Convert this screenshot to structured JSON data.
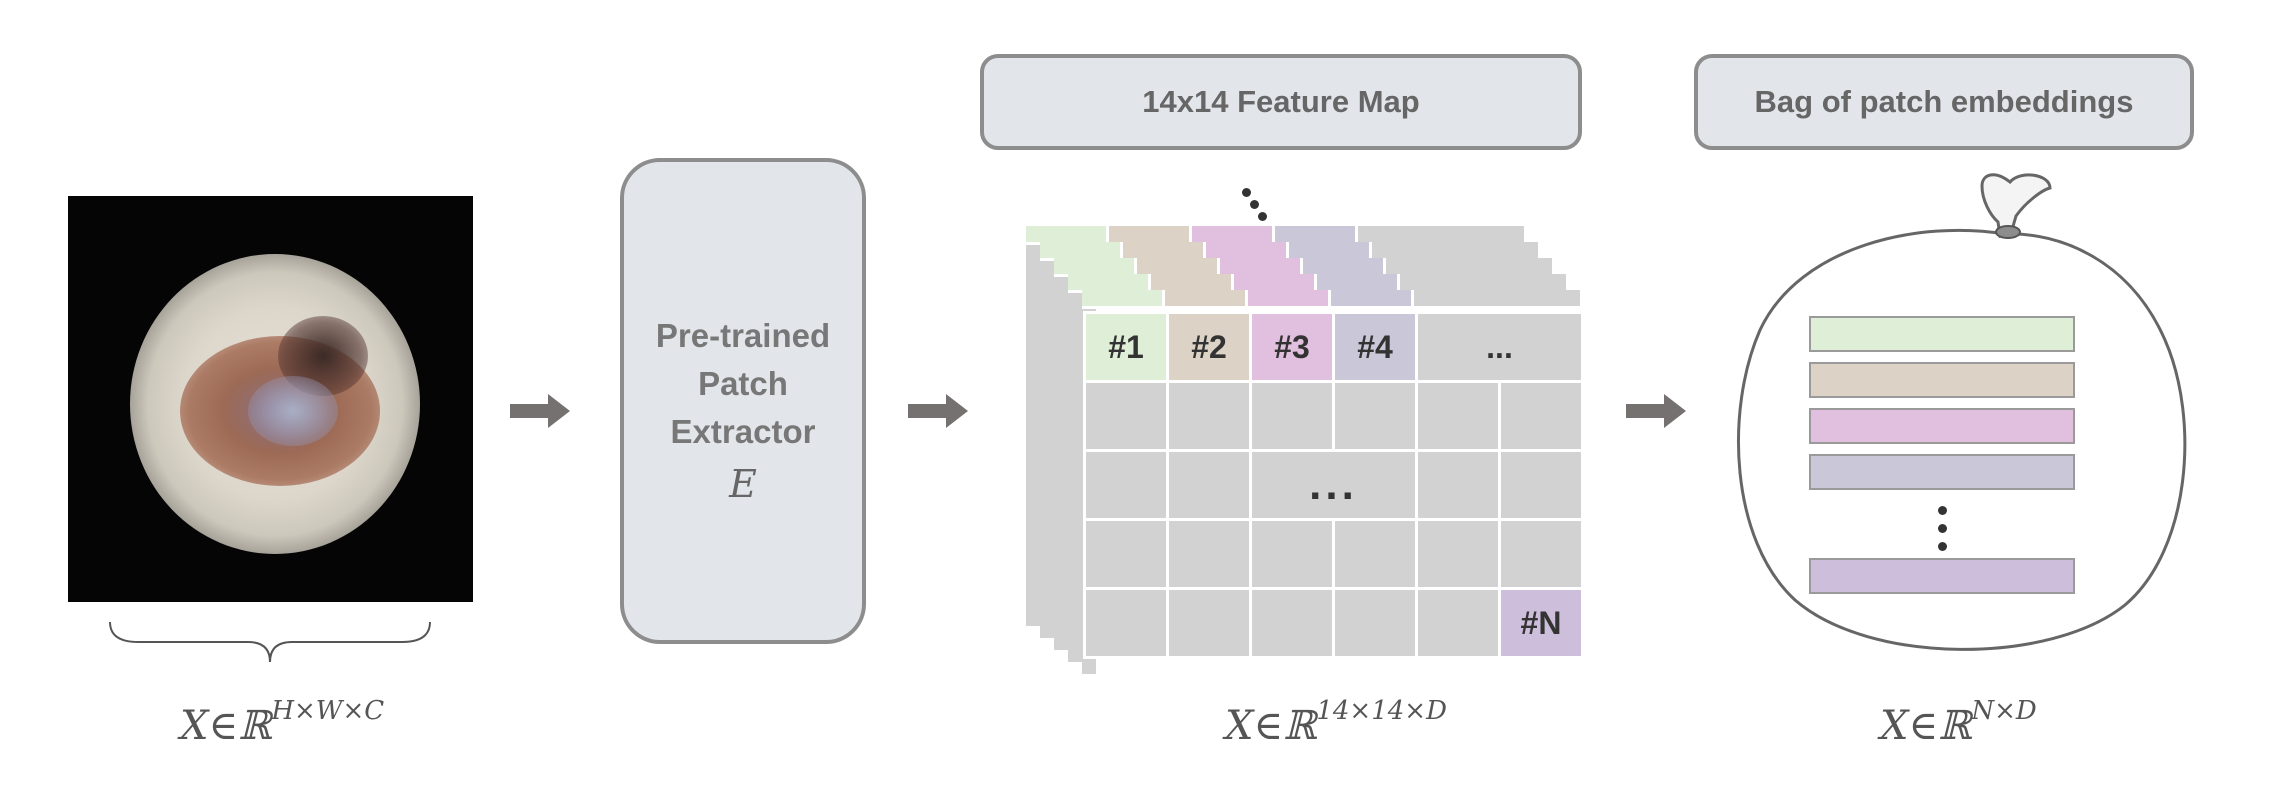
{
  "extractor": {
    "label": "Pre-trained\nPatch\nExtractor",
    "symbol": "E"
  },
  "feature_map": {
    "title": "14x14 Feature Map",
    "patches": [
      "#1",
      "#2",
      "#3",
      "#4",
      "..."
    ],
    "last_patch": "#N",
    "middle_ellipsis": "..."
  },
  "bag": {
    "title": "Bag of patch embeddings"
  },
  "formulas": {
    "input": {
      "base": "X∈ℝ",
      "sup": "H×W×C"
    },
    "feature_map": {
      "base": "X∈ℝ",
      "sup": "14×14×D"
    },
    "bag": {
      "base": "X∈ℝ",
      "sup": "N×D"
    }
  },
  "colors": {
    "patch1": "#deeed7",
    "patch2": "#dcd3c6",
    "patch3": "#e1bfdf",
    "patch4": "#cac7d9",
    "patchN": "#cdbedb",
    "cell": "#d2d2d2",
    "box_fill": "#e2e6ea",
    "box_border": "#8d8d8d",
    "arrow": "#757170"
  }
}
